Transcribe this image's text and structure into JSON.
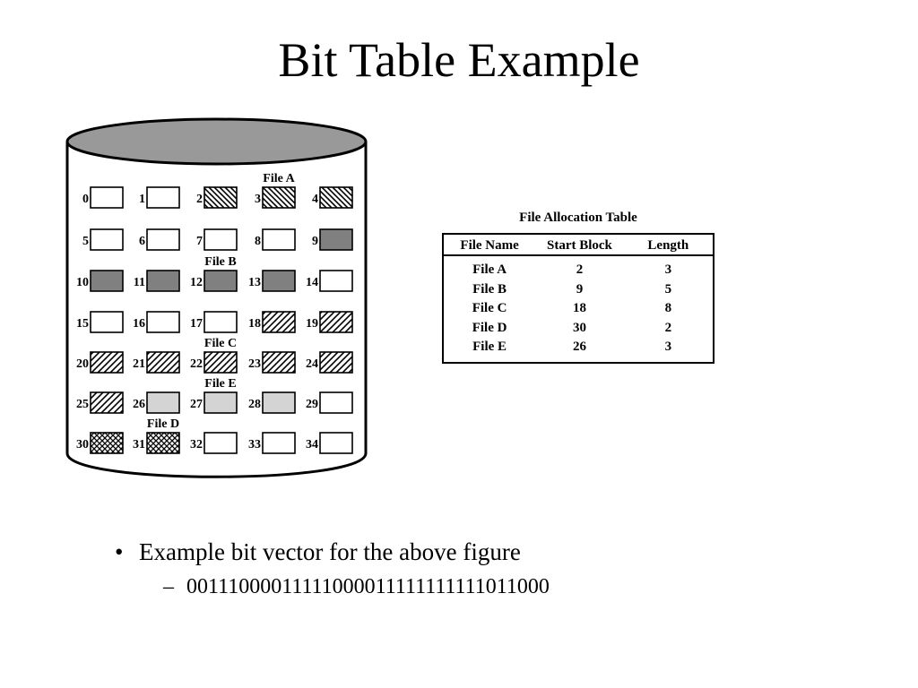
{
  "title": "Bit Table Example",
  "disk": {
    "blocks": [
      {
        "n": "0",
        "fill": "empty"
      },
      {
        "n": "1",
        "fill": "empty"
      },
      {
        "n": "2",
        "fill": "diag-back"
      },
      {
        "n": "3",
        "fill": "diag-back"
      },
      {
        "n": "4",
        "fill": "diag-back"
      },
      {
        "n": "5",
        "fill": "empty"
      },
      {
        "n": "6",
        "fill": "empty"
      },
      {
        "n": "7",
        "fill": "empty"
      },
      {
        "n": "8",
        "fill": "empty"
      },
      {
        "n": "9",
        "fill": "dark-gray"
      },
      {
        "n": "10",
        "fill": "dark-gray"
      },
      {
        "n": "11",
        "fill": "dark-gray"
      },
      {
        "n": "12",
        "fill": "dark-gray"
      },
      {
        "n": "13",
        "fill": "dark-gray"
      },
      {
        "n": "14",
        "fill": "empty"
      },
      {
        "n": "15",
        "fill": "empty"
      },
      {
        "n": "16",
        "fill": "empty"
      },
      {
        "n": "17",
        "fill": "empty"
      },
      {
        "n": "18",
        "fill": "diag-fwd"
      },
      {
        "n": "19",
        "fill": "diag-fwd"
      },
      {
        "n": "20",
        "fill": "diag-fwd"
      },
      {
        "n": "21",
        "fill": "diag-fwd"
      },
      {
        "n": "22",
        "fill": "diag-fwd"
      },
      {
        "n": "23",
        "fill": "diag-fwd"
      },
      {
        "n": "24",
        "fill": "diag-fwd"
      },
      {
        "n": "25",
        "fill": "diag-fwd"
      },
      {
        "n": "26",
        "fill": "light-gray"
      },
      {
        "n": "27",
        "fill": "light-gray"
      },
      {
        "n": "28",
        "fill": "light-gray"
      },
      {
        "n": "29",
        "fill": "empty"
      },
      {
        "n": "30",
        "fill": "crosshatch"
      },
      {
        "n": "31",
        "fill": "crosshatch"
      },
      {
        "n": "32",
        "fill": "empty"
      },
      {
        "n": "33",
        "fill": "empty"
      },
      {
        "n": "34",
        "fill": "empty"
      }
    ],
    "file_labels": [
      {
        "text": "File A",
        "above_row": 0,
        "above_col": 3
      },
      {
        "text": "File B",
        "above_row": 2,
        "above_col": 2
      },
      {
        "text": "File C",
        "above_row": 4,
        "above_col": 2
      },
      {
        "text": "File E",
        "above_row": 5,
        "above_col": 2
      },
      {
        "text": "File D",
        "above_row": 6,
        "above_col": 1
      }
    ],
    "colors": {
      "dark_gray": "#808080",
      "light_gray": "#d4d4d4",
      "lid": "#999999"
    }
  },
  "fat": {
    "caption": "File Allocation Table",
    "headers": [
      "File Name",
      "Start Block",
      "Length"
    ],
    "rows": [
      [
        "File A",
        "2",
        "3"
      ],
      [
        "File B",
        "9",
        "5"
      ],
      [
        "File C",
        "18",
        "8"
      ],
      [
        "File D",
        "30",
        "2"
      ],
      [
        "File E",
        "26",
        "3"
      ]
    ]
  },
  "bullets": {
    "item": "Example bit vector for the above figure",
    "subitem": "00111000011111000011111111111011000"
  }
}
